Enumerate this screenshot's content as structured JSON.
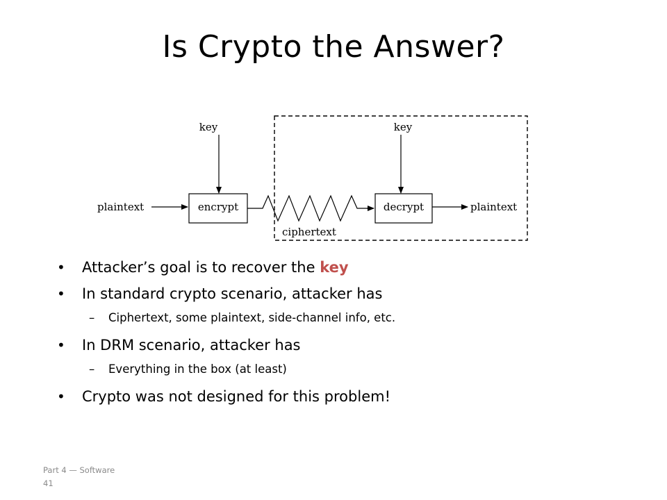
{
  "slide": {
    "title": "Is Crypto the Answer?"
  },
  "diagram": {
    "left_key": "key",
    "right_key": "key",
    "left_plaintext": "plaintext",
    "right_plaintext": "plaintext",
    "encrypt": "encrypt",
    "decrypt": "decrypt",
    "ciphertext": "ciphertext"
  },
  "bullets": {
    "b1_prefix": "Attacker’s goal is to recover the ",
    "b1_key": "key",
    "b2": "In standard crypto scenario, attacker has",
    "b2_sub": "Ciphertext, some plaintext, side-channel info, etc.",
    "b3": "In DRM scenario, attacker has",
    "b3_sub": "Everything in the box (at least)",
    "b4": "Crypto was not designed for this problem!"
  },
  "footer": {
    "section": "Part 4 — Software",
    "page": "41"
  },
  "colors": {
    "accent": "#c0504d",
    "footer_text": "#8a8a8a"
  }
}
